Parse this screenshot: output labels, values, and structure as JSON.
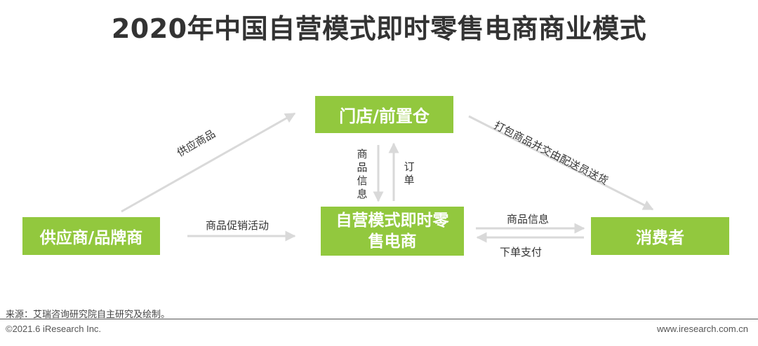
{
  "title": "2020年中国自营模式即时零售电商商业模式",
  "nodes": {
    "store": "门店/前置仓",
    "supplier": "供应商/品牌商",
    "platform_line1": "自营模式即时零",
    "platform_line2": "售电商",
    "consumer": "消费者"
  },
  "edges": {
    "supply": "供应商品",
    "promo": "商品促销活动",
    "product_info_vertical": "商品信息",
    "order": "订单",
    "delivery": "打包商品并交由配送员送货",
    "product_info": "商品信息",
    "pay": "下单支付"
  },
  "footer": {
    "source": "来源：艾瑞咨询研究院自主研究及绘制。",
    "copyright": "©2021.6 iResearch Inc.",
    "website": "www.iresearch.com.cn"
  },
  "colors": {
    "node": "#92c83e",
    "arrow": "#d9d9d9",
    "title": "#333333"
  }
}
